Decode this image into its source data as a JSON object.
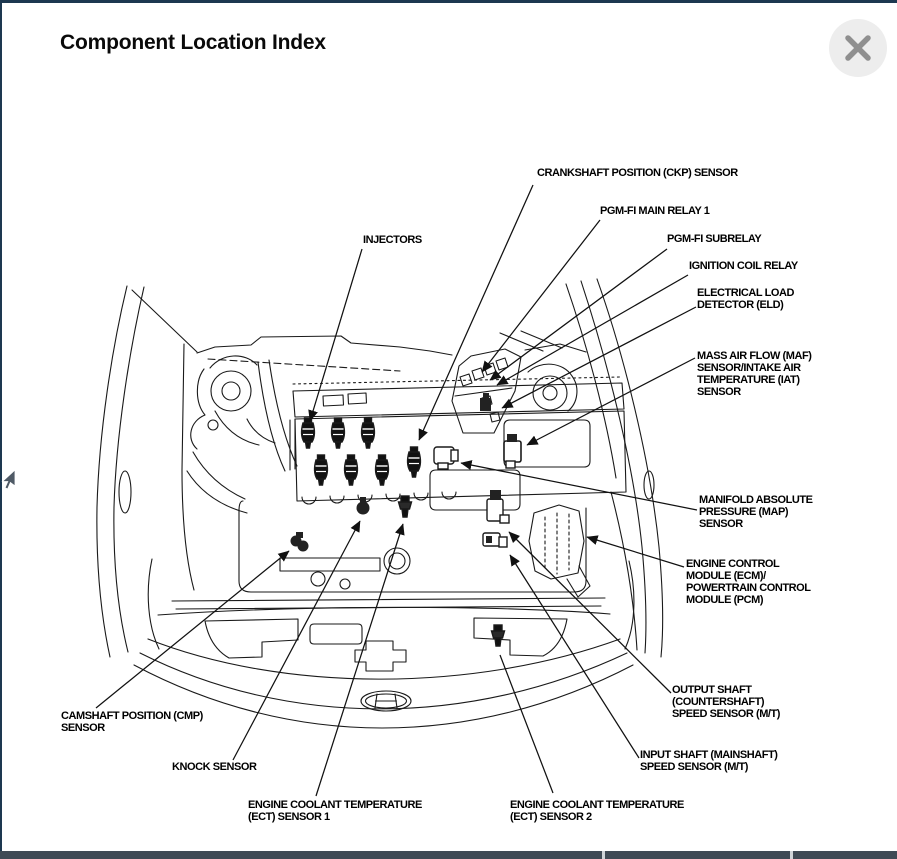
{
  "header": {
    "title": "Component Location Index"
  },
  "window_controls": {
    "close_icon": "close"
  },
  "colors": {
    "frame_accent": "#1d3850",
    "bottom_bar": "#3f4a55",
    "close_button_bg": "#ededed",
    "close_button_glyph": "#8f8f8f",
    "line_art": "#1a1a1a"
  },
  "diagram": {
    "labels": [
      {
        "id": "ckp",
        "text": "CRANKSHAFT POSITION (CKP) SENSOR"
      },
      {
        "id": "main_relay",
        "text": "PGM-FI MAIN RELAY 1"
      },
      {
        "id": "subrelay",
        "text": "PGM-FI SUBRELAY"
      },
      {
        "id": "ign_relay",
        "text": "IGNITION COIL RELAY"
      },
      {
        "id": "eld",
        "text": "ELECTRICAL LOAD\nDETECTOR (ELD)"
      },
      {
        "id": "maf_iat",
        "text": "MASS AIR FLOW (MAF)\nSENSOR/INTAKE AIR\nTEMPERATURE (IAT)\nSENSOR"
      },
      {
        "id": "injectors",
        "text": "INJECTORS"
      },
      {
        "id": "map",
        "text": "MANIFOLD ABSOLUTE\nPRESSURE (MAP)\nSENSOR"
      },
      {
        "id": "ecm_pcm",
        "text": "ENGINE CONTROL\nMODULE (ECM)/\nPOWERTRAIN CONTROL\nMODULE (PCM)"
      },
      {
        "id": "output_shaft",
        "text": "OUTPUT SHAFT\n(COUNTERSHAFT)\nSPEED SENSOR (M/T)"
      },
      {
        "id": "input_shaft",
        "text": "INPUT SHAFT (MAINSHAFT)\nSPEED SENSOR (M/T)"
      },
      {
        "id": "cmp",
        "text": "CAMSHAFT POSITION (CMP)\nSENSOR"
      },
      {
        "id": "knock",
        "text": "KNOCK SENSOR"
      },
      {
        "id": "ect1",
        "text": "ENGINE COOLANT TEMPERATURE\n(ECT) SENSOR 1"
      },
      {
        "id": "ect2",
        "text": "ENGINE COOLANT TEMPERATURE\n(ECT) SENSOR 2"
      }
    ]
  }
}
